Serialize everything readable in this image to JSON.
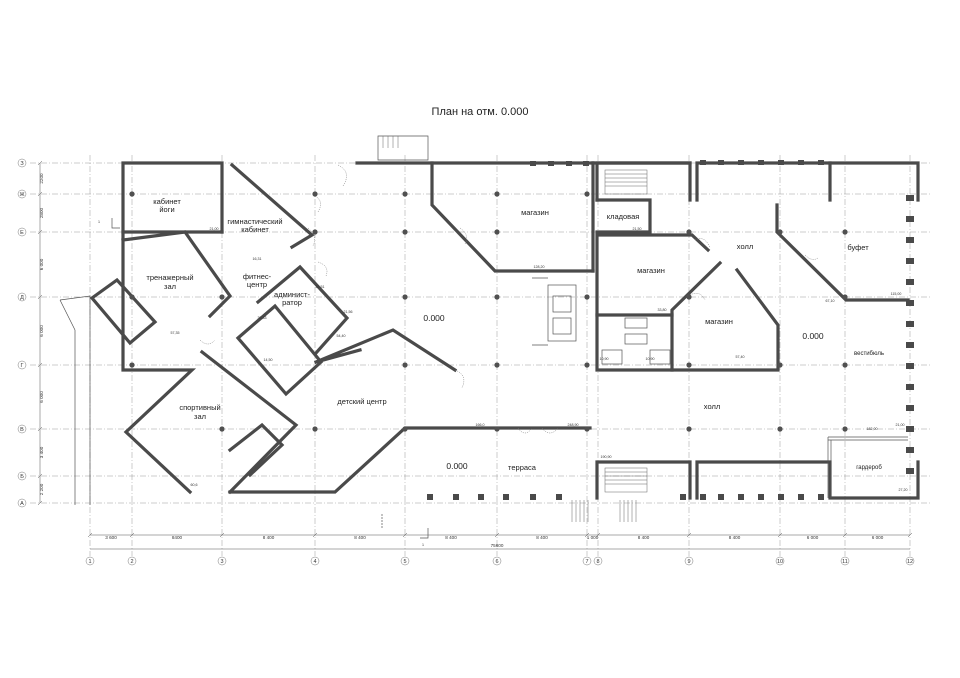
{
  "title": "План на отм. 0.000",
  "rooms": {
    "yoga": [
      "кабинет",
      "йоги"
    ],
    "gym_cabinet": [
      "гимнастический",
      "кабинет"
    ],
    "trainer": [
      "тренажерный",
      "зал"
    ],
    "fitness": [
      "фитнес-",
      "центр"
    ],
    "admin": [
      "админист-",
      "ратор"
    ],
    "sport": [
      "спортивный",
      "зал"
    ],
    "kids": "детский центр",
    "terrace": "терраса",
    "shop1": "магазин",
    "storage": "кладовая",
    "shop2": "магазин",
    "shop3": "магазин",
    "hall_top": "холл",
    "hall_bottom": "холл",
    "buffet": "буфет",
    "vestibule": "вестибюль",
    "wardrobe": "гардероб"
  },
  "elevations": {
    "center": "0.000",
    "right": "0.000",
    "terrace": "0.000"
  },
  "row_axes": [
    "З",
    "Ж",
    "Е",
    "Д",
    "Г",
    "В",
    "Б",
    "А"
  ],
  "row_dims": [
    "2200",
    "2800",
    "6 000",
    "6 000",
    "6 000",
    "3 400",
    "2 200"
  ],
  "col_axes": [
    "1",
    "2",
    "3",
    "4",
    "5",
    "6",
    "7",
    "8",
    "9",
    "10",
    "11",
    "12"
  ],
  "col_dims": [
    "3 600",
    "8400",
    "8 400",
    "8 400",
    "8 400",
    "8 400",
    "1 000",
    "8 400",
    "8 400",
    "6 000",
    "6 000"
  ],
  "total_dim": "75600",
  "area_marks": [
    "57,35",
    "21,00",
    "16,31",
    "33,33",
    "33,51",
    "21,56",
    "54,40",
    "14,50",
    "128,20",
    "21,50",
    "33,80",
    "10,90",
    "10,90",
    "57,40",
    "67,10",
    "115,00",
    "21,00",
    "166,0",
    "248,90",
    "190,90",
    "182,00",
    "27,20",
    "60,6"
  ],
  "section_marks": [
    "1",
    "1"
  ]
}
